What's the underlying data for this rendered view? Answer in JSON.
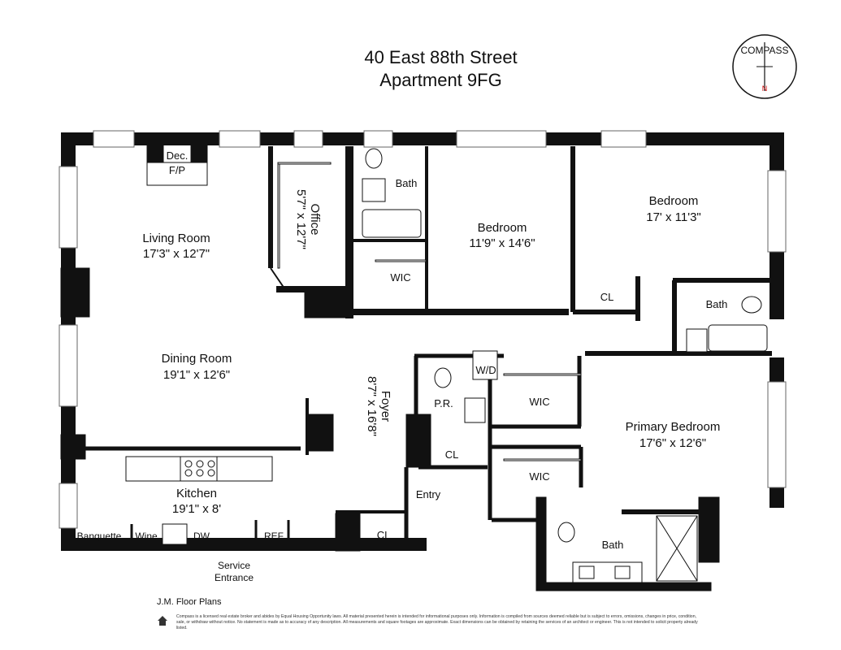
{
  "title": {
    "line1": "40 East 88th Street",
    "line2": "Apartment 9FG"
  },
  "compass": {
    "label": "COMPASS",
    "north": "N"
  },
  "rooms": {
    "living": {
      "name": "Living Room",
      "dims": "17'3\" x 12'7\""
    },
    "fireplace": {
      "line1": "Dec.",
      "line2": "F/P"
    },
    "office": {
      "name": "Office",
      "dims": "5'7\" x 12'7\""
    },
    "bath1": {
      "name": "Bath"
    },
    "bedroom1": {
      "name": "Bedroom",
      "dims": "11'9\" x 14'6\""
    },
    "bedroom2": {
      "name": "Bedroom",
      "dims": "17' x 11'3\""
    },
    "wic1": {
      "name": "WIC"
    },
    "cl1": {
      "name": "CL"
    },
    "bath2": {
      "name": "Bath"
    },
    "dining": {
      "name": "Dining Room",
      "dims": "19'1\" x 12'6\""
    },
    "foyer": {
      "name": "Foyer",
      "dims": "8'7\" x 16'8\""
    },
    "wd": {
      "name": "W/D"
    },
    "pr": {
      "name": "P.R."
    },
    "wic2": {
      "name": "WIC"
    },
    "cl2": {
      "name": "CL"
    },
    "primary": {
      "name": "Primary Bedroom",
      "dims": "17'6\" x 12'6\""
    },
    "wic3": {
      "name": "WIC"
    },
    "entry": {
      "name": "Entry"
    },
    "cl3": {
      "name": "CL"
    },
    "bath3": {
      "name": "Bath"
    },
    "kitchen": {
      "name": "Kitchen",
      "dims": "19'1\" x 8'"
    },
    "banquette": {
      "name": "Banquette"
    },
    "wine": {
      "name": "Wine"
    },
    "dw": {
      "name": "DW"
    },
    "ref": {
      "name": "REF"
    },
    "service": {
      "line1": "Service",
      "line2": "Entrance"
    }
  },
  "credit": "J.M. Floor Plans",
  "disclaimer": "Compass is a licensed real estate broker and abides by Equal Housing Opportunity laws. All material presented herein is intended for informational purposes only. Information is compiled from sources deemed reliable but is subject to errors, omissions, changes in price, condition, sale, or withdraw without notice. No statement is made as to accuracy of any description. All measurements and square footages are approximate. Exact dimensions can be obtained by retaining the services of an architect or engineer. This is not intended to solicit property already listed."
}
